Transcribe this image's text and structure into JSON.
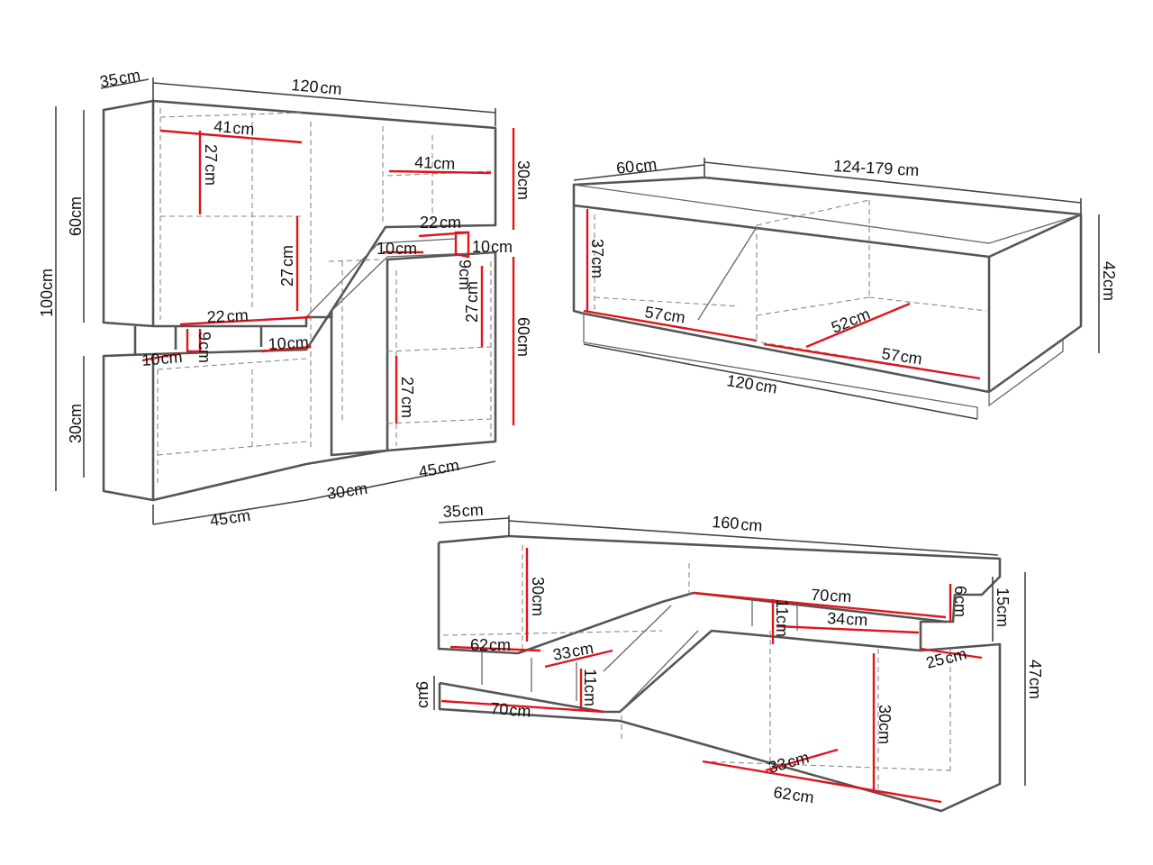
{
  "colors": {
    "outline": "#555555",
    "dimension_red": "#e0141b",
    "dimension_grey": "#444444",
    "text": "#111111"
  },
  "units": "cm",
  "wall_unit": {
    "depth": "35",
    "width": "120",
    "height_total": "100",
    "upper_height": "60",
    "lower_height": "30",
    "shelf_width_upper": "41",
    "shelf_width_right": "41",
    "shelf_height_left_1": "27",
    "shelf_height_left_2": "27",
    "top_right_height": "30",
    "step_width_top": "22",
    "step_small_10a": "10",
    "step_9a": "9",
    "step_10_right": "10",
    "right_shelf_27": "27",
    "right_height_60": "60",
    "mid_step_22": "22",
    "mid_step_10a": "10",
    "mid_step_9": "9",
    "mid_step_10b": "10",
    "lower_right_27": "27",
    "base_45_left": "45",
    "base_30_mid": "30",
    "base_45_right": "45"
  },
  "coffee_table": {
    "depth": "60",
    "length_extendable": "124-179",
    "height": "42",
    "inner_height": "37",
    "inner_57_left": "57",
    "inner_52": "52",
    "inner_57_right": "57",
    "base_length": "120"
  },
  "tv_unit": {
    "depth": "35",
    "width": "160",
    "height_total": "47",
    "top_height": "15",
    "height_30_left": "30",
    "shelf_70_top": "70",
    "height_6_top": "6",
    "height_11_top": "11",
    "shelf_34": "34",
    "depth_25": "25",
    "shelf_62_left": "62",
    "shelf_33_left": "33",
    "height_11_left": "11",
    "height_6_left": "6",
    "shelf_70_bottom": "70",
    "height_30_right": "30",
    "shelf_33_bottom": "33",
    "shelf_62_bottom": "62"
  }
}
